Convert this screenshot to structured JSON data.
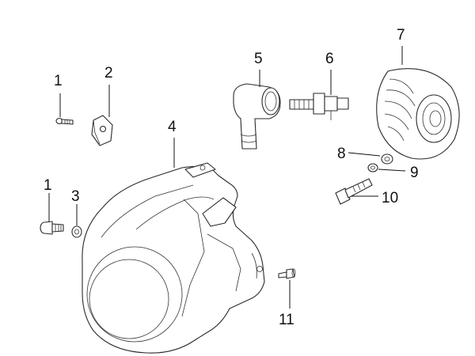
{
  "diagram": {
    "callouts": [
      {
        "id": "c1a",
        "label": "1"
      },
      {
        "id": "c2",
        "label": "2"
      },
      {
        "id": "c4",
        "label": "4"
      },
      {
        "id": "c5",
        "label": "5"
      },
      {
        "id": "c6",
        "label": "6"
      },
      {
        "id": "c7",
        "label": "7"
      },
      {
        "id": "c8",
        "label": "8"
      },
      {
        "id": "c9",
        "label": "9"
      },
      {
        "id": "c10",
        "label": "10"
      },
      {
        "id": "c1b",
        "label": "1"
      },
      {
        "id": "c3",
        "label": "3"
      },
      {
        "id": "c11",
        "label": "11"
      }
    ]
  }
}
